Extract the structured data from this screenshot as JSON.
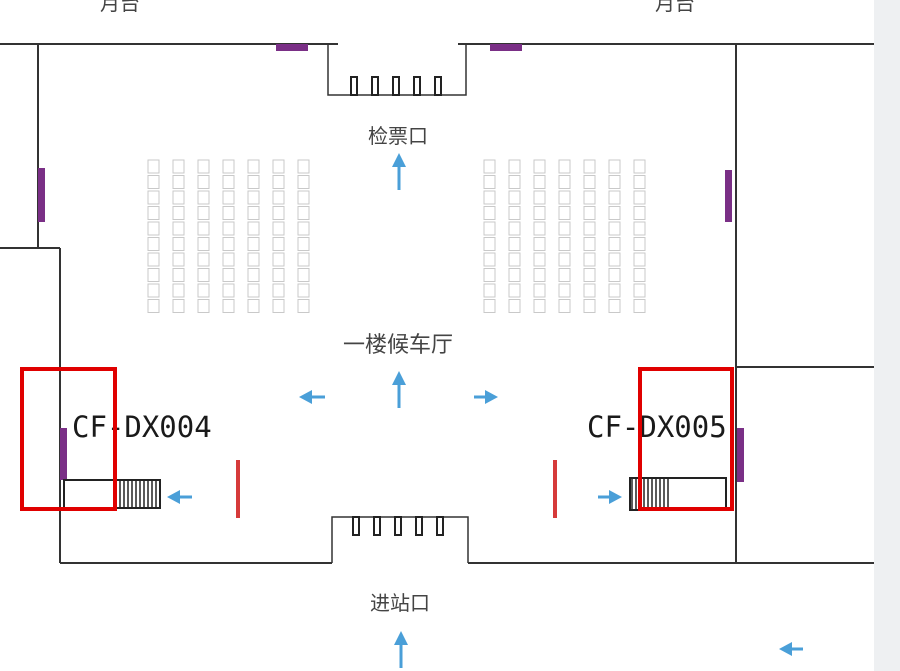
{
  "map": {
    "platform_label": "月台",
    "ticket_check_label": "检票口",
    "hall_label": "一楼候车厅",
    "entrance_label": "进站口",
    "escalators": [
      {
        "code": "CF-DX004",
        "highlighted": true
      },
      {
        "code": "CF-DX005",
        "highlighted": true
      }
    ]
  },
  "colors": {
    "arrow": "#4a9fd8",
    "door": "#7a2f86",
    "highlight": "#e00000",
    "marker": "#d63a3a"
  }
}
